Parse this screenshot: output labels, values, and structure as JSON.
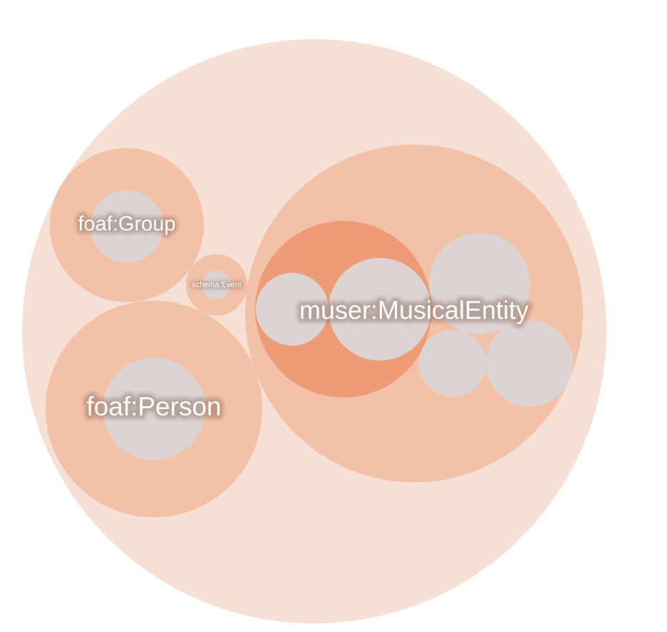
{
  "colors": {
    "root": "#f6dfd4",
    "depth1": "#f3c0a8",
    "depth2": "#ee9c77",
    "leaf": "#dcd3d3"
  },
  "nodes": {
    "root": {
      "label": ""
    },
    "foaf_group": {
      "label": "foaf:Group"
    },
    "foaf_group_leaf": {
      "label": ""
    },
    "schema_event": {
      "label": "schema:Event"
    },
    "schema_event_leaf": {
      "label": ""
    },
    "foaf_person": {
      "label": "foaf:Person"
    },
    "foaf_person_leaf": {
      "label": ""
    },
    "muser_musicalentity": {
      "label": "muser:MusicalEntity"
    },
    "muser_inner_group": {
      "label": ""
    },
    "muser_inner_leaf_1": {
      "label": ""
    },
    "muser_inner_leaf_2": {
      "label": ""
    },
    "muser_leaf_3": {
      "label": ""
    },
    "muser_leaf_4": {
      "label": ""
    },
    "muser_leaf_5": {
      "label": ""
    }
  }
}
